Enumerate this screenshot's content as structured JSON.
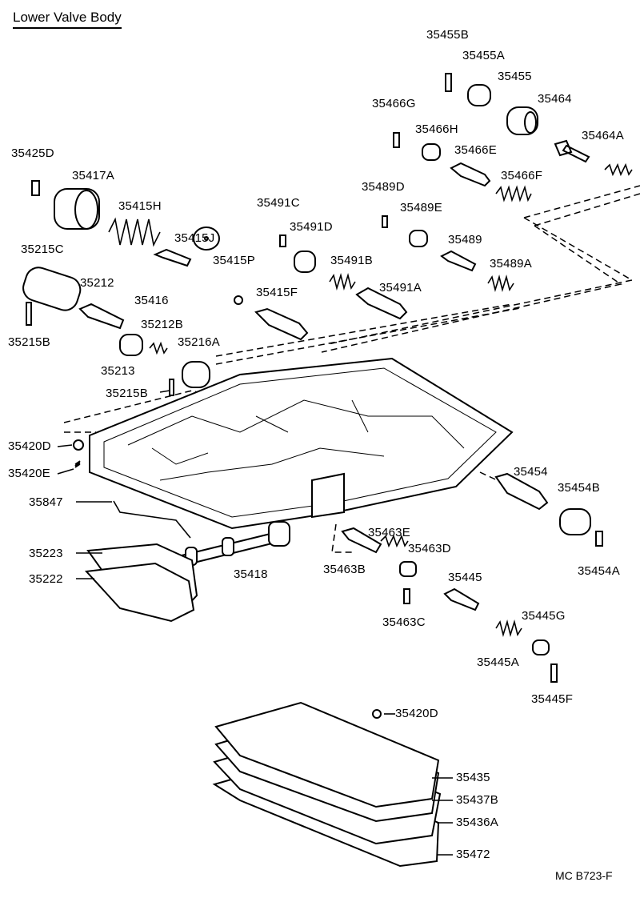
{
  "title": "Lower Valve Body",
  "drawing_code": "MC  B723-F",
  "labels": {
    "p35455B": "35455B",
    "p35455A": "35455A",
    "p35455": "35455",
    "p35466G": "35466G",
    "p35464": "35464",
    "p35466H": "35466H",
    "p35464A": "35464A",
    "p35466E": "35466E",
    "p35425D": "35425D",
    "p35417A": "35417A",
    "p35466F": "35466F",
    "p35489D": "35489D",
    "p35491C": "35491C",
    "p35415H": "35415H",
    "p35489E": "35489E",
    "p35491D": "35491D",
    "p35415J": "35415J",
    "p35215C": "35215C",
    "p35489": "35489",
    "p35415P": "35415P",
    "p35491B": "35491B",
    "p35489A": "35489A",
    "p35212": "35212",
    "p35491A": "35491A",
    "p35416": "35416",
    "p35415F": "35415F",
    "p35212B": "35212B",
    "p35215B_a": "35215B",
    "p35216A": "35216A",
    "p35213": "35213",
    "p35215B_b": "35215B",
    "p35420D_a": "35420D",
    "p35420E": "35420E",
    "p35454": "35454",
    "p35454B": "35454B",
    "p35847": "35847",
    "p35463E": "35463E",
    "p35463D": "35463D",
    "p35223": "35223",
    "p35418": "35418",
    "p35463B": "35463B",
    "p35454A": "35454A",
    "p35222": "35222",
    "p35445": "35445",
    "p35463C": "35463C",
    "p35445G": "35445G",
    "p35445A": "35445A",
    "p35445F": "35445F",
    "p35420D_b": "35420D",
    "p35435": "35435",
    "p35437B": "35437B",
    "p35436A": "35436A",
    "p35472": "35472"
  }
}
